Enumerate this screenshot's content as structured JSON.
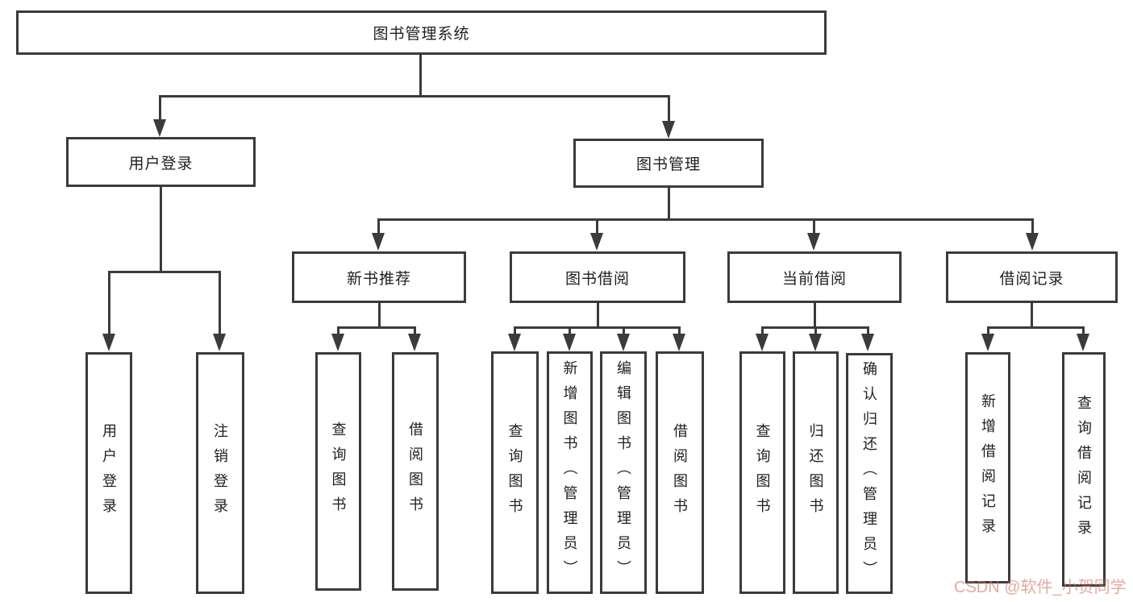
{
  "nodes": {
    "root": "图书管理系统",
    "user_login": "用户登录",
    "book_mgmt": "图书管理",
    "new_book": "新书推荐",
    "book_borrow": "图书借阅",
    "current_borrow": "当前借阅",
    "borrow_records": "借阅记录",
    "ul_login": "用户登录",
    "ul_logout": "注销登录",
    "nb_query": "查询图书",
    "nb_borrow": "借阅图书",
    "bb_query": "查询图书",
    "bb_add": "新增图书（管理员）",
    "bb_edit": "编辑图书（管理员）",
    "bb_borrow": "借阅图书",
    "cb_query": "查询图书",
    "cb_return": "归还图书",
    "cb_confirm": "确认归还（管理员）",
    "br_add": "新增借阅记录",
    "br_query": "查询借阅记录"
  },
  "watermark": {
    "text": "CSDN @软件_小贺同学"
  },
  "colors": {
    "line": "#3b3b3b",
    "text": "#1f1f1f",
    "background": "#ffffff",
    "watermark": "#cd7668"
  }
}
